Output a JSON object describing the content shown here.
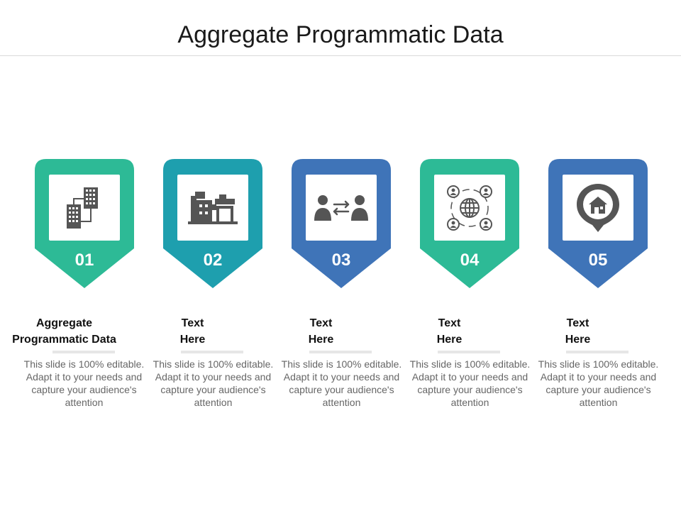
{
  "title": "Aggregate Programmatic Data",
  "steps": [
    {
      "number": "01",
      "heading_line1": "Aggregate",
      "heading_line2": "Programmatic Data",
      "description": "This slide is 100% editable. Adapt it to your needs and capture your audience's attention",
      "color": "#2dba96",
      "icon": "buildings-network-icon"
    },
    {
      "number": "02",
      "heading_line1": "Text",
      "heading_line2": "Here",
      "description": "This slide is 100% editable. Adapt it to your needs and capture your audience's attention",
      "color": "#1e9fae",
      "icon": "factory-icon"
    },
    {
      "number": "03",
      "heading_line1": "Text",
      "heading_line2": "Here",
      "description": "This slide is 100% editable. Adapt it to your needs and capture your audience's attention",
      "color": "#3f74b8",
      "icon": "people-exchange-icon"
    },
    {
      "number": "04",
      "heading_line1": "Text",
      "heading_line2": "Here",
      "description": "This slide is 100% editable. Adapt it to your needs and capture your audience's attention",
      "color": "#2dba96",
      "icon": "global-network-icon"
    },
    {
      "number": "05",
      "heading_line1": "Text",
      "heading_line2": "Here",
      "description": "This slide is 100% editable. Adapt it to your needs and capture your audience's attention",
      "color": "#3f74b8",
      "icon": "home-location-pin-icon"
    }
  ]
}
